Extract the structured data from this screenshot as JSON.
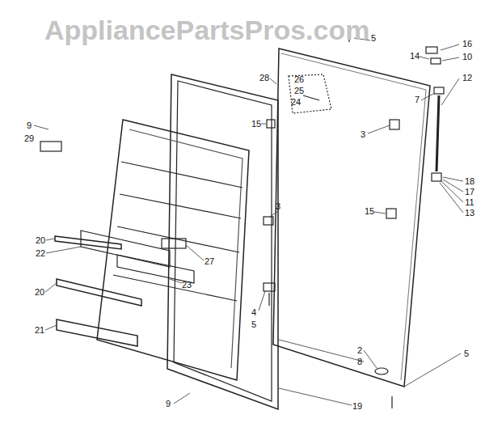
{
  "diagram": {
    "labels": [
      "AppliancePartsPros.com",
      "5",
      "16",
      "10",
      "14",
      "12",
      "7",
      "28",
      "26",
      "25",
      "24",
      "3",
      "15",
      "15",
      "18",
      "17",
      "11",
      "13",
      "9",
      "29",
      "3",
      "27",
      "20",
      "22",
      "23",
      "4",
      "5",
      "20",
      "21",
      "2",
      "8",
      "5",
      "9",
      "19"
    ]
  }
}
